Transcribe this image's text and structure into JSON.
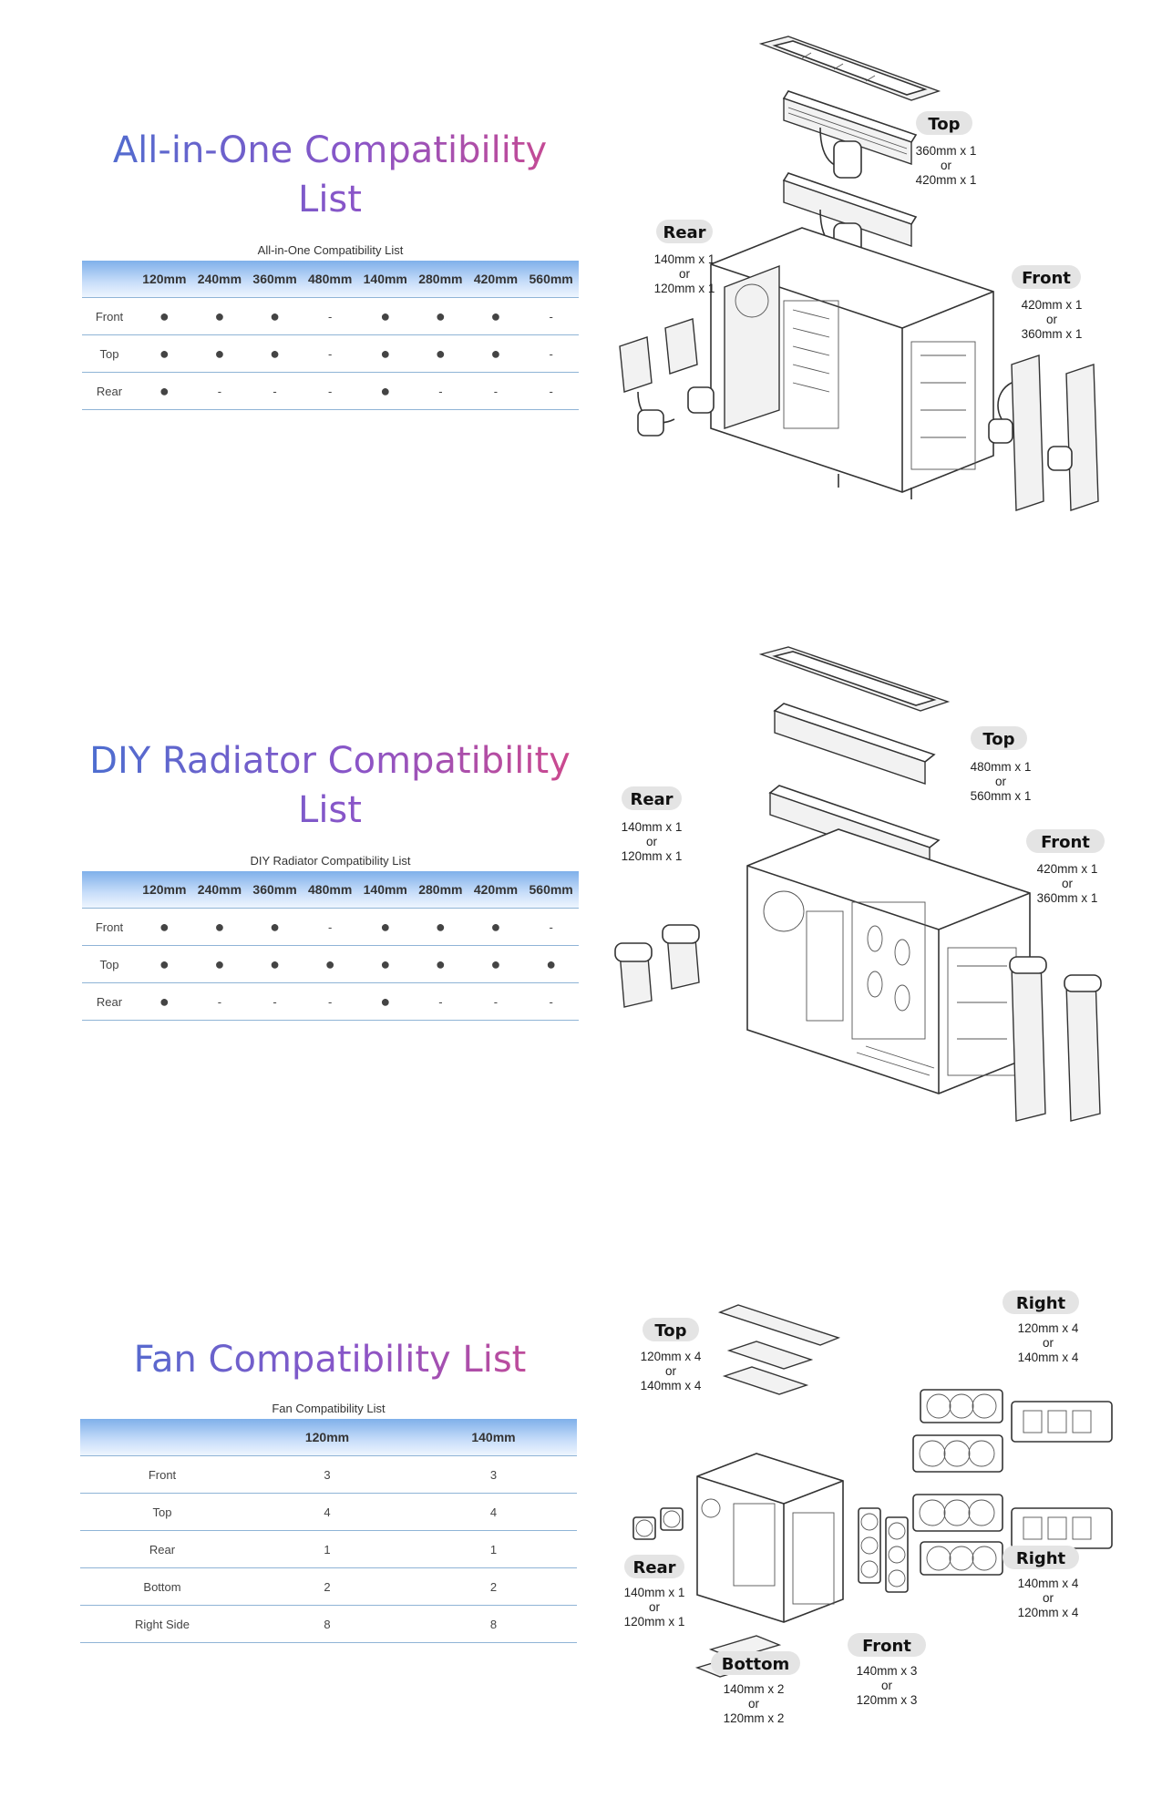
{
  "aio": {
    "title_line1": "All-in-One Compatibility",
    "title_line2": "List",
    "caption": "All-in-One Compatibility List",
    "columns": [
      "",
      "120mm",
      "240mm",
      "360mm",
      "480mm",
      "140mm",
      "280mm",
      "420mm",
      "560mm"
    ],
    "rows": [
      [
        "Front",
        "●",
        "●",
        "●",
        "-",
        "●",
        "●",
        "●",
        "-"
      ],
      [
        "Top",
        "●",
        "●",
        "●",
        "-",
        "●",
        "●",
        "●",
        "-"
      ],
      [
        "Rear",
        "●",
        "-",
        "-",
        "-",
        "●",
        "-",
        "-",
        "-"
      ]
    ],
    "diagram": {
      "top_label": "Top",
      "top_spec": [
        "360mm x 1",
        "or",
        "420mm x 1"
      ],
      "rear_label": "Rear",
      "rear_spec": [
        "140mm x 1",
        "or",
        "120mm x 1"
      ],
      "front_label": "Front",
      "front_spec": [
        "420mm x 1",
        "or",
        "360mm x 1"
      ]
    }
  },
  "diy": {
    "title_line1": "DIY Radiator Compatibility",
    "title_line2": "List",
    "caption": "DIY Radiator Compatibility List",
    "columns": [
      "",
      "120mm",
      "240mm",
      "360mm",
      "480mm",
      "140mm",
      "280mm",
      "420mm",
      "560mm"
    ],
    "rows": [
      [
        "Front",
        "●",
        "●",
        "●",
        "-",
        "●",
        "●",
        "●",
        "-"
      ],
      [
        "Top",
        "●",
        "●",
        "●",
        "●",
        "●",
        "●",
        "●",
        "●"
      ],
      [
        "Rear",
        "●",
        "-",
        "-",
        "-",
        "●",
        "-",
        "-",
        "-"
      ]
    ],
    "diagram": {
      "top_label": "Top",
      "top_spec": [
        "480mm x 1",
        "or",
        "560mm x 1"
      ],
      "rear_label": "Rear",
      "rear_spec": [
        "140mm x 1",
        "or",
        "120mm x 1"
      ],
      "front_label": "Front",
      "front_spec": [
        "420mm x 1",
        "or",
        "360mm x 1"
      ]
    }
  },
  "fan": {
    "title": "Fan Compatibility List",
    "caption": "Fan Compatibility List",
    "columns": [
      "",
      "120mm",
      "140mm"
    ],
    "rows": [
      [
        "Front",
        "3",
        "3"
      ],
      [
        "Top",
        "4",
        "4"
      ],
      [
        "Rear",
        "1",
        "1"
      ],
      [
        "Bottom",
        "2",
        "2"
      ],
      [
        "Right Side",
        "8",
        "8"
      ]
    ],
    "diagram": {
      "top_label": "Top",
      "top_spec": [
        "120mm x 4",
        "or",
        "140mm x 4"
      ],
      "right1_label": "Right",
      "right1_spec": [
        "120mm x 4",
        "or",
        "140mm x 4"
      ],
      "rear_label": "Rear",
      "rear_spec": [
        "140mm x 1",
        "or",
        "120mm x 1"
      ],
      "right2_label": "Right",
      "right2_spec": [
        "140mm x 4",
        "or",
        "120mm x 4"
      ],
      "front_label": "Front",
      "front_spec": [
        "140mm x 3",
        "or",
        "120mm x 3"
      ],
      "bottom_label": "Bottom",
      "bottom_spec": [
        "140mm x 2",
        "or",
        "120mm x 2"
      ]
    }
  }
}
